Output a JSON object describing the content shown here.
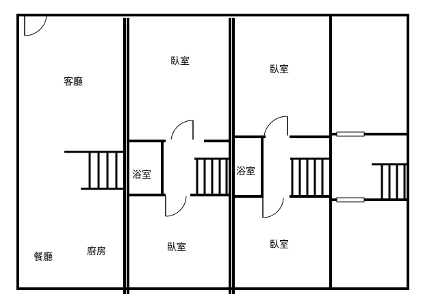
{
  "rooms": {
    "living_room": "客廳",
    "bedroom_1": "臥室",
    "bedroom_2": "臥室",
    "bathroom_1": "浴室",
    "bathroom_2": "浴室",
    "bedroom_3": "臥室",
    "bedroom_4": "臥室",
    "dining_room": "餐廳",
    "kitchen": "廚房"
  }
}
